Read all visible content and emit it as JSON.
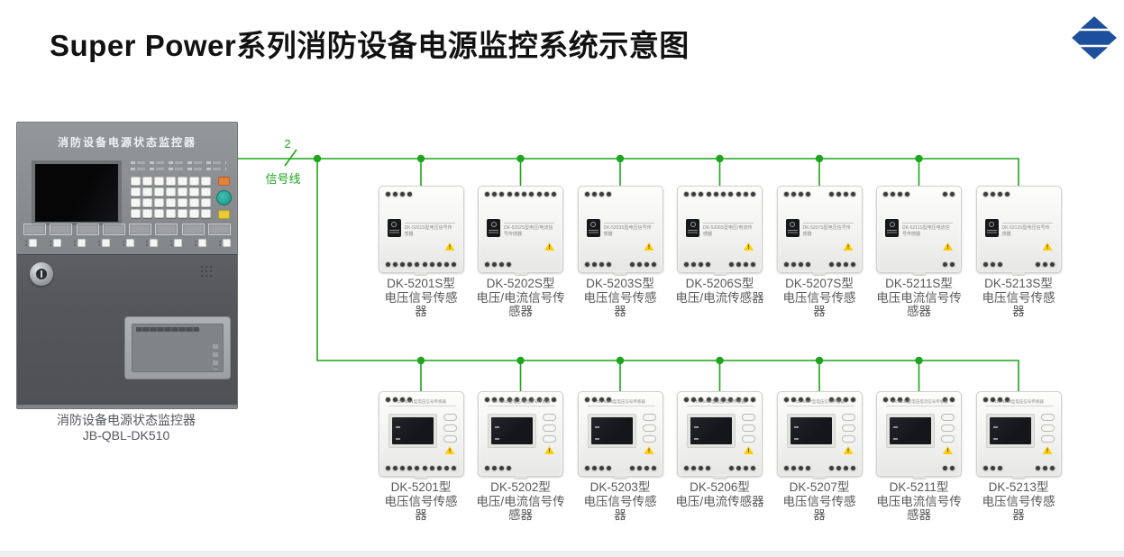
{
  "page": {
    "title": "Super Power系列消防设备电源监控系统示意图"
  },
  "logo": {
    "color": "#1c4f9c"
  },
  "bus": {
    "color": "#1da51d",
    "count_label": "2",
    "label": "信号线"
  },
  "controller": {
    "panel_title": "消防设备电源状态监控器",
    "caption_lines": [
      "消防设备电源状态监控器",
      "JB-QBL-DK510"
    ]
  },
  "top_row": {
    "has_display": false,
    "devices": [
      {
        "model": "DK-5201S型",
        "caption_lines": [
          "DK-5201S型",
          "电压信号传感",
          "器"
        ],
        "terminals": {
          "top": {
            "groups": [
              4
            ],
            "align": "left"
          },
          "bottom": {
            "groups": [
              10
            ],
            "align": "spread"
          }
        }
      },
      {
        "model": "DK-5202S型",
        "caption_lines": [
          "DK-5202S型",
          "电压/电流信号传",
          "感器"
        ],
        "terminals": {
          "top": {
            "groups": [
              10
            ],
            "align": "spread"
          },
          "bottom": {
            "groups": [
              4
            ],
            "align": "left"
          }
        }
      },
      {
        "model": "DK-5203S型",
        "caption_lines": [
          "DK-5203S型",
          "电压信号传感",
          "器"
        ],
        "terminals": {
          "top": {
            "groups": [
              4
            ],
            "align": "left"
          },
          "bottom": {
            "groups": [
              4,
              4
            ],
            "align": "between"
          }
        }
      },
      {
        "model": "DK-5206S型",
        "caption_lines": [
          "DK-5206S型",
          "电压/电流传感器"
        ],
        "terminals": {
          "top": {
            "groups": [
              10
            ],
            "align": "spread"
          },
          "bottom": {
            "groups": [
              4,
              4
            ],
            "align": "between"
          }
        }
      },
      {
        "model": "DK-5207S型",
        "caption_lines": [
          "DK-5207S型",
          "电压信号传感",
          "器"
        ],
        "terminals": {
          "top": {
            "groups": [
              4,
              4
            ],
            "align": "between"
          },
          "bottom": {
            "groups": [
              4,
              4
            ],
            "align": "between"
          }
        }
      },
      {
        "model": "DK-5211S型",
        "caption_lines": [
          "DK-5211S型",
          "电压电流信号传",
          "感器"
        ],
        "terminals": {
          "top": {
            "groups": [
              4,
              2
            ],
            "align": "between"
          },
          "bottom": {
            "groups": [
              2
            ],
            "align": "right"
          }
        }
      },
      {
        "model": "DK-5213S型",
        "caption_lines": [
          "DK-5213S型",
          "电压信号传感",
          "器"
        ],
        "terminals": {
          "top": {
            "groups": [
              4
            ],
            "align": "left"
          },
          "bottom": {
            "groups": [
              3,
              3
            ],
            "align": "between"
          }
        }
      }
    ]
  },
  "bottom_row": {
    "has_display": true,
    "devices": [
      {
        "model": "DK-5201型",
        "caption_lines": [
          "DK-5201型",
          "电压信号传感",
          "器"
        ],
        "terminals": {
          "top": {
            "groups": [
              4
            ],
            "align": "left"
          },
          "bottom": {
            "groups": [
              10
            ],
            "align": "spread"
          }
        }
      },
      {
        "model": "DK-5202型",
        "caption_lines": [
          "DK-5202型",
          "电压/电流信号传",
          "感器"
        ],
        "terminals": {
          "top": {
            "groups": [
              10
            ],
            "align": "spread"
          },
          "bottom": {
            "groups": [
              4
            ],
            "align": "left"
          }
        }
      },
      {
        "model": "DK-5203型",
        "caption_lines": [
          "DK-5203型",
          "电压信号传感",
          "器"
        ],
        "terminals": {
          "top": {
            "groups": [
              4
            ],
            "align": "left"
          },
          "bottom": {
            "groups": [
              4,
              4
            ],
            "align": "between"
          }
        }
      },
      {
        "model": "DK-5206型",
        "caption_lines": [
          "DK-5206型",
          "电压/电流传感器"
        ],
        "terminals": {
          "top": {
            "groups": [
              10
            ],
            "align": "spread"
          },
          "bottom": {
            "groups": [
              4,
              4
            ],
            "align": "between"
          }
        }
      },
      {
        "model": "DK-5207型",
        "caption_lines": [
          "DK-5207型",
          "电压信号传感",
          "器"
        ],
        "terminals": {
          "top": {
            "groups": [
              4,
              4
            ],
            "align": "between"
          },
          "bottom": {
            "groups": [
              4,
              4
            ],
            "align": "between"
          }
        }
      },
      {
        "model": "DK-5211型",
        "caption_lines": [
          "DK-5211型",
          "电压电流信号传",
          "感器"
        ],
        "terminals": {
          "top": {
            "groups": [
              4,
              2
            ],
            "align": "between"
          },
          "bottom": {
            "groups": [
              2
            ],
            "align": "right"
          }
        }
      },
      {
        "model": "DK-5213型",
        "caption_lines": [
          "DK-5213型",
          "电压信号传感",
          "器"
        ],
        "terminals": {
          "top": {
            "groups": [
              4
            ],
            "align": "left"
          },
          "bottom": {
            "groups": [
              3,
              3
            ],
            "align": "between"
          }
        }
      }
    ]
  }
}
